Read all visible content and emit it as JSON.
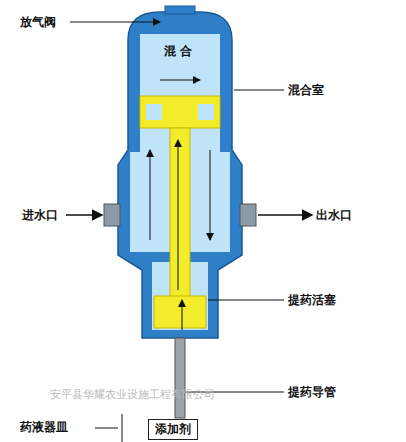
{
  "diagram": {
    "nodes": [
      {
        "text": [
          "添加剂"
        ]
      }
    ],
    "labels": [
      "放气阀",
      "混 合",
      "混合室",
      "进水口",
      "出水口",
      "提药活塞",
      "提药导管",
      "药液器皿",
      "安平县华耀农业设施工程有限公司"
    ]
  }
}
